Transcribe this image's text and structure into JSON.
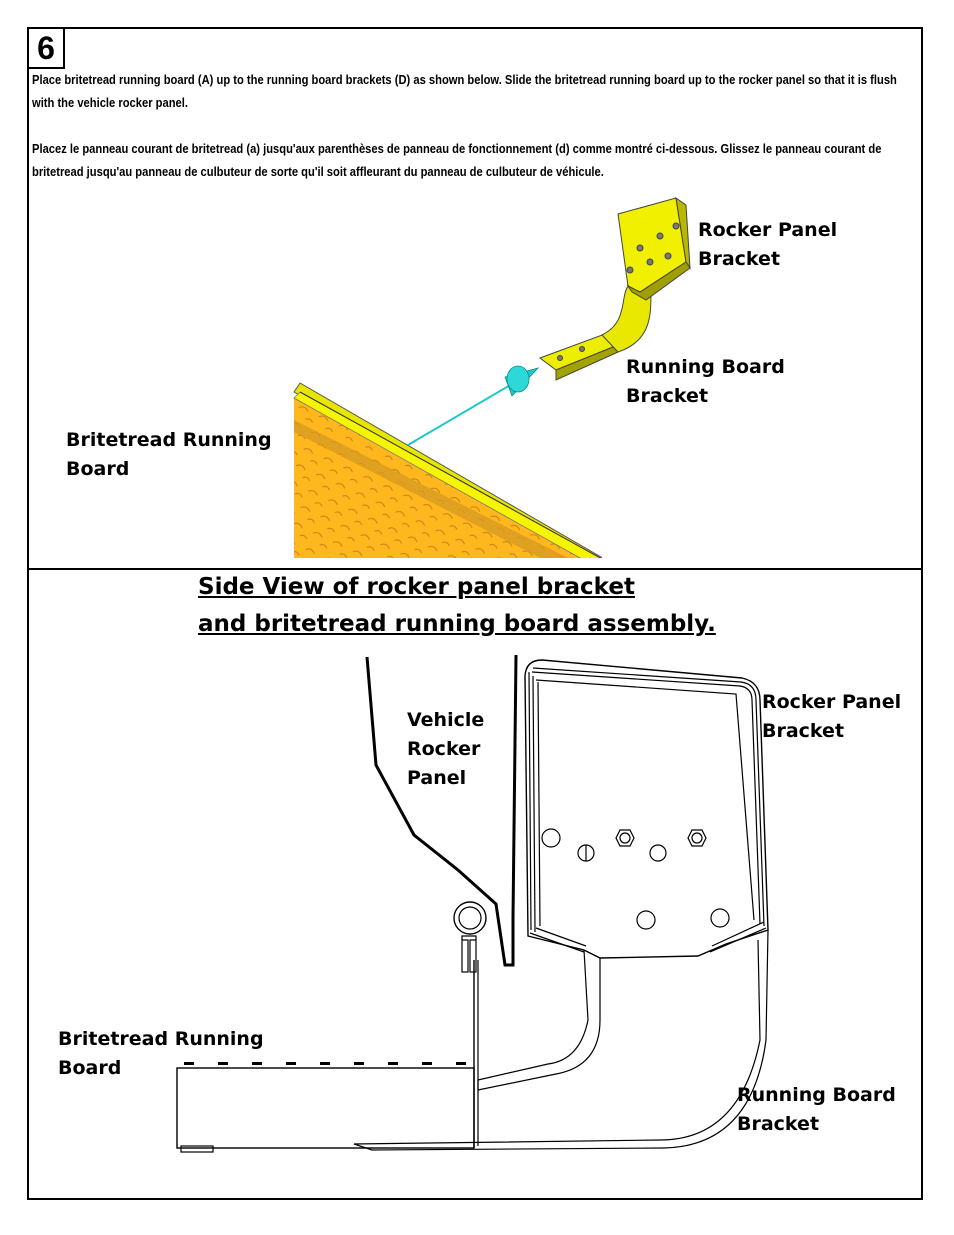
{
  "step": "6",
  "instructions": {
    "en": "Place britetread running board (A) up to the running board brackets (D) as shown below.  Slide the britetread running board up to the rocker panel so that it is flush with the vehicle rocker panel.",
    "fr": "Placez le panneau courant de britetread (a) jusqu'aux parenthèses de panneau de fonctionnement (d) comme montré ci-dessous. Glissez le panneau courant de britetread jusqu'au panneau de culbuteur de sorte qu'il soit affleurant du panneau de culbuteur de véhicule."
  },
  "top_figure": {
    "rocker_panel_bracket": "Rocker Panel\nBracket",
    "running_board_bracket": "Running Board\nBracket",
    "britetread_running_board": "Britetread Running\nBoard",
    "colors": {
      "bracket": "#f2f200",
      "board": "#ffb71e",
      "edge": "#e1e600",
      "arrow": "#1ec8c8"
    }
  },
  "side_view": {
    "heading_line1": "Side View of rocker panel bracket",
    "heading_line2": "and britetread running board assembly.",
    "vehicle_rocker_panel": "Vehicle\nRocker\nPanel",
    "rocker_panel_bracket": "Rocker Panel\nBracket",
    "britetread_running_board": "Britetread Running\nBoard",
    "running_board_bracket": "Running Board\nBracket"
  }
}
